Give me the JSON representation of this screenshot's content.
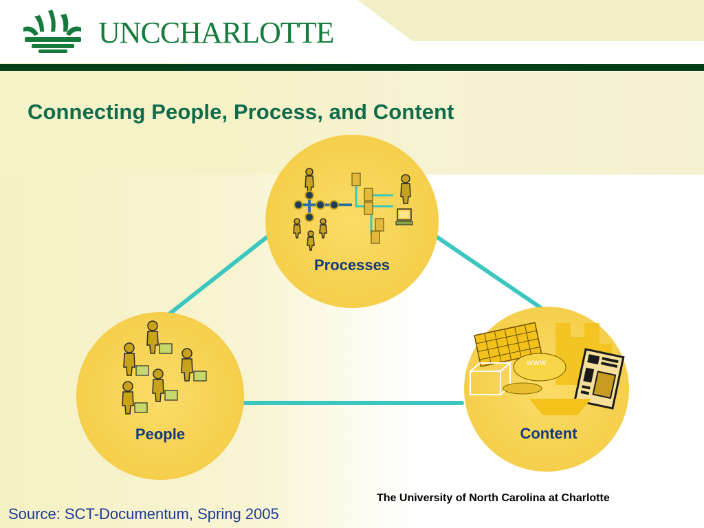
{
  "header": {
    "logo_text": "UNCCHARLOTTE",
    "logo_alt": "UNC Charlotte crown logo"
  },
  "slide": {
    "title": "Connecting People, Process, and Content"
  },
  "diagram": {
    "nodes": {
      "processes": {
        "label": "Processes"
      },
      "people": {
        "label": "People"
      },
      "content": {
        "label": "Content",
        "www_text": "www"
      }
    }
  },
  "footer": {
    "university": "The University of North Carolina at Charlotte",
    "source": "Source:  SCT-Documentum, Spring 2005"
  },
  "colors": {
    "brand_green": "#0f6b4a",
    "dark_bar": "#033d1a",
    "circle_fill": "#f9d558",
    "connector": "#3cc6c0",
    "label_blue": "#123a7a"
  }
}
